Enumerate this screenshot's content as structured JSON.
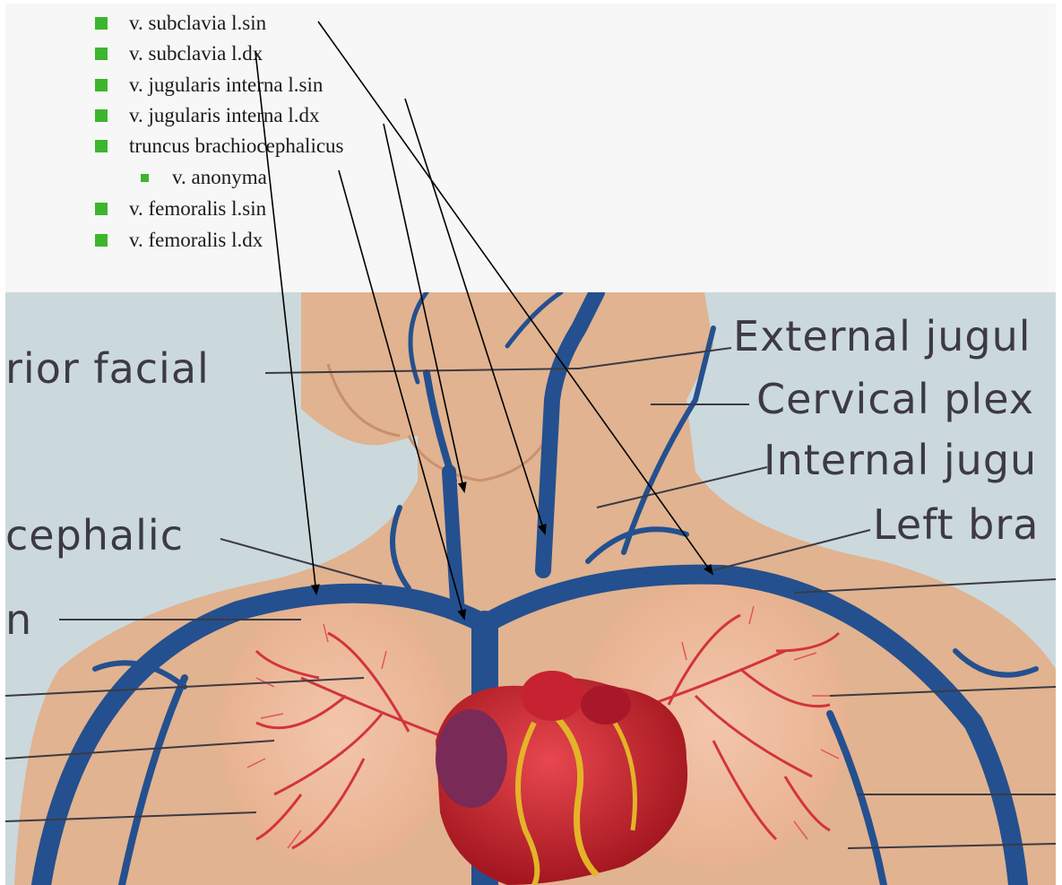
{
  "list": {
    "items": [
      {
        "label": "v. subclavia l.sin",
        "level": 1
      },
      {
        "label": "v. subclavia l.dx",
        "level": 1
      },
      {
        "label": "v. jugularis interna l.sin",
        "level": 1
      },
      {
        "label": "v. jugularis interna l.dx",
        "level": 1
      },
      {
        "label": "truncus brachiocephalicus",
        "level": 1
      },
      {
        "label": "v. anonyma",
        "level": 2
      },
      {
        "label": "v. femoralis l.sin",
        "level": 1
      },
      {
        "label": "v. femoralis l.dx",
        "level": 1
      }
    ],
    "bullet_color": "#3db52e"
  },
  "figure": {
    "labels": {
      "facial": "rior facial",
      "external_jugular": "External jugul",
      "cervical_plexus": "Cervical plex",
      "internal_jugular": "Internal jugu",
      "cephalic": "cephalic",
      "left_brachio": "Left bra",
      "subclavian": "n"
    },
    "colors": {
      "vein": "#24508f",
      "artery": "#d3343c",
      "skin": "#e2b48f",
      "background": "#cfdce0",
      "heart": "#c0202c"
    }
  }
}
